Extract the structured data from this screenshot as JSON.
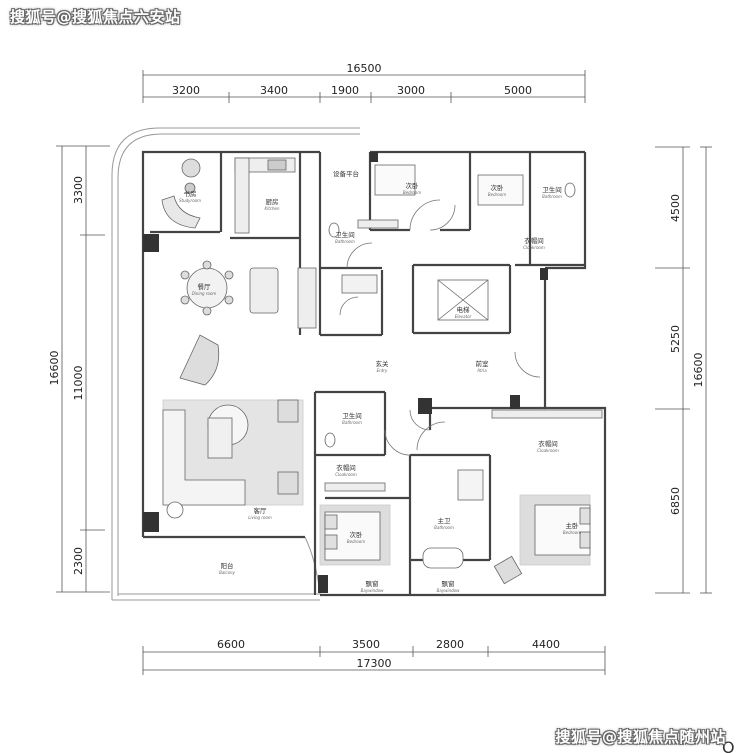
{
  "watermarks": {
    "top": "搜狐号@搜狐焦点六安站",
    "bottom": "搜狐号@搜狐焦点随州站"
  },
  "dimensions": {
    "top_total": "16500",
    "top_segments": [
      "3200",
      "3400",
      "1900",
      "3000",
      "5000"
    ],
    "bottom_total": "17300",
    "bottom_segments": [
      "6600",
      "3500",
      "2800",
      "4400"
    ],
    "left_total": "16600",
    "left_segments": [
      "3300",
      "11000",
      "2300"
    ],
    "right_total": "16600",
    "right_segments": [
      "4500",
      "5250",
      "6850"
    ]
  },
  "rooms": {
    "study": {
      "cn": "书房",
      "en": "Studyroom"
    },
    "kitchen": {
      "cn": "厨房",
      "en": "Kitchen"
    },
    "service_balcony": {
      "cn": "设备平台",
      "en": ""
    },
    "bedroom_a": {
      "cn": "次卧",
      "en": "Bedroom"
    },
    "bedroom_b": {
      "cn": "次卧",
      "en": "Bedroom"
    },
    "bathroom_a": {
      "cn": "卫生间",
      "en": "Bathroom"
    },
    "bathroom_b": {
      "cn": "卫生间",
      "en": "Bathroom"
    },
    "cloakroom_a": {
      "cn": "衣帽间",
      "en": "Cloakroom"
    },
    "dining": {
      "cn": "餐厅",
      "en": "Dining room"
    },
    "elevator": {
      "cn": "电梯",
      "en": "Elevator"
    },
    "entry": {
      "cn": "玄关",
      "en": "Entry"
    },
    "atria": {
      "cn": "前室",
      "en": "Atria"
    },
    "bathroom_c": {
      "cn": "卫生间",
      "en": "Bathroom"
    },
    "cloakroom_b": {
      "cn": "衣帽间",
      "en": "Cloakroom"
    },
    "cloakroom_c": {
      "cn": "衣帽间",
      "en": "Cloakroom"
    },
    "living": {
      "cn": "客厅",
      "en": "Living room"
    },
    "bedroom_c": {
      "cn": "次卧",
      "en": "Bedroom"
    },
    "master_bath": {
      "cn": "主卫",
      "en": "Bathroom"
    },
    "master_bed": {
      "cn": "主卧",
      "en": "Bedroom"
    },
    "balcony": {
      "cn": "阳台",
      "en": "Balcony"
    },
    "baywindow_a": {
      "cn": "飘窗",
      "en": "Baywindow"
    },
    "baywindow_b": {
      "cn": "飘窗",
      "en": "Baywindow"
    }
  },
  "marker": "O"
}
